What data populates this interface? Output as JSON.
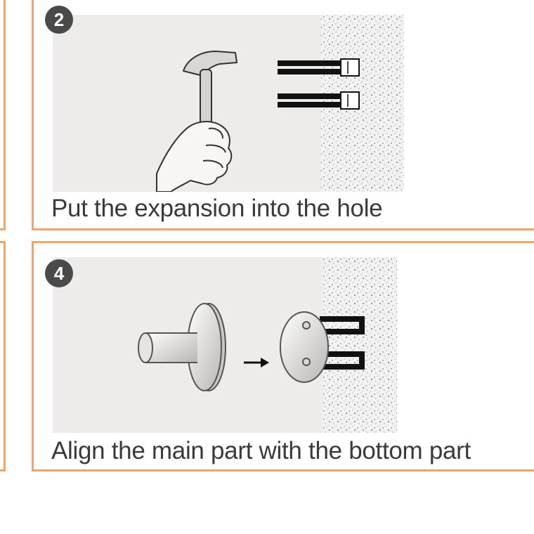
{
  "steps": [
    {
      "number": "2",
      "caption": "Put the expansion into the hole"
    },
    {
      "number": "4",
      "caption": "Align the main part with the bottom part"
    }
  ]
}
